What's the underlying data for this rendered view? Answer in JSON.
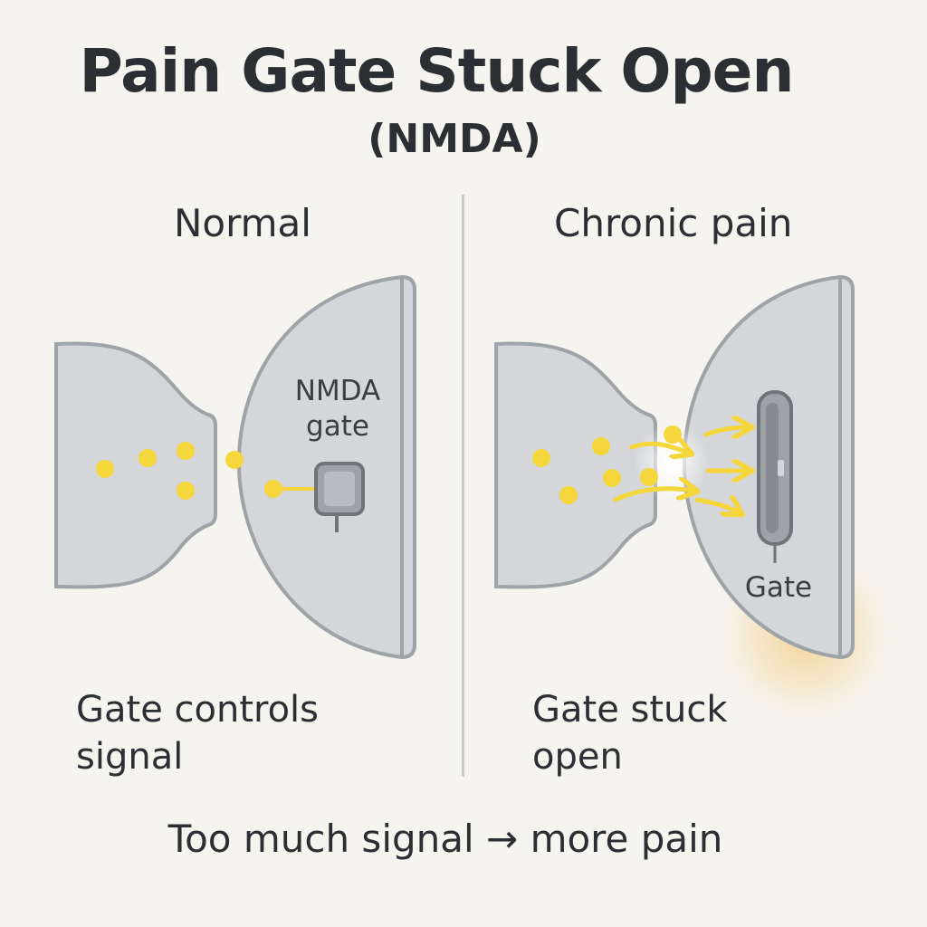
{
  "title": "Pain Gate Stuck Open",
  "subtitle": "(NMDA)",
  "left_panel": {
    "heading": "Normal",
    "gate_label_line1": "NMDA",
    "gate_label_line2": "gate",
    "caption_line1": "Gate controls",
    "caption_line2": "signal"
  },
  "right_panel": {
    "heading": "Chronic pain",
    "gate_label": "Gate",
    "caption_line1": "Gate stuck",
    "caption_line2": "open"
  },
  "footer": "Too much signal → more pain",
  "colors": {
    "background": "#f6f4ef",
    "neuron_fill": "#d4d6d9",
    "neuron_stroke": "#9ea3a8",
    "signal": "#f5d63b",
    "glow": "#f2b84b"
  }
}
